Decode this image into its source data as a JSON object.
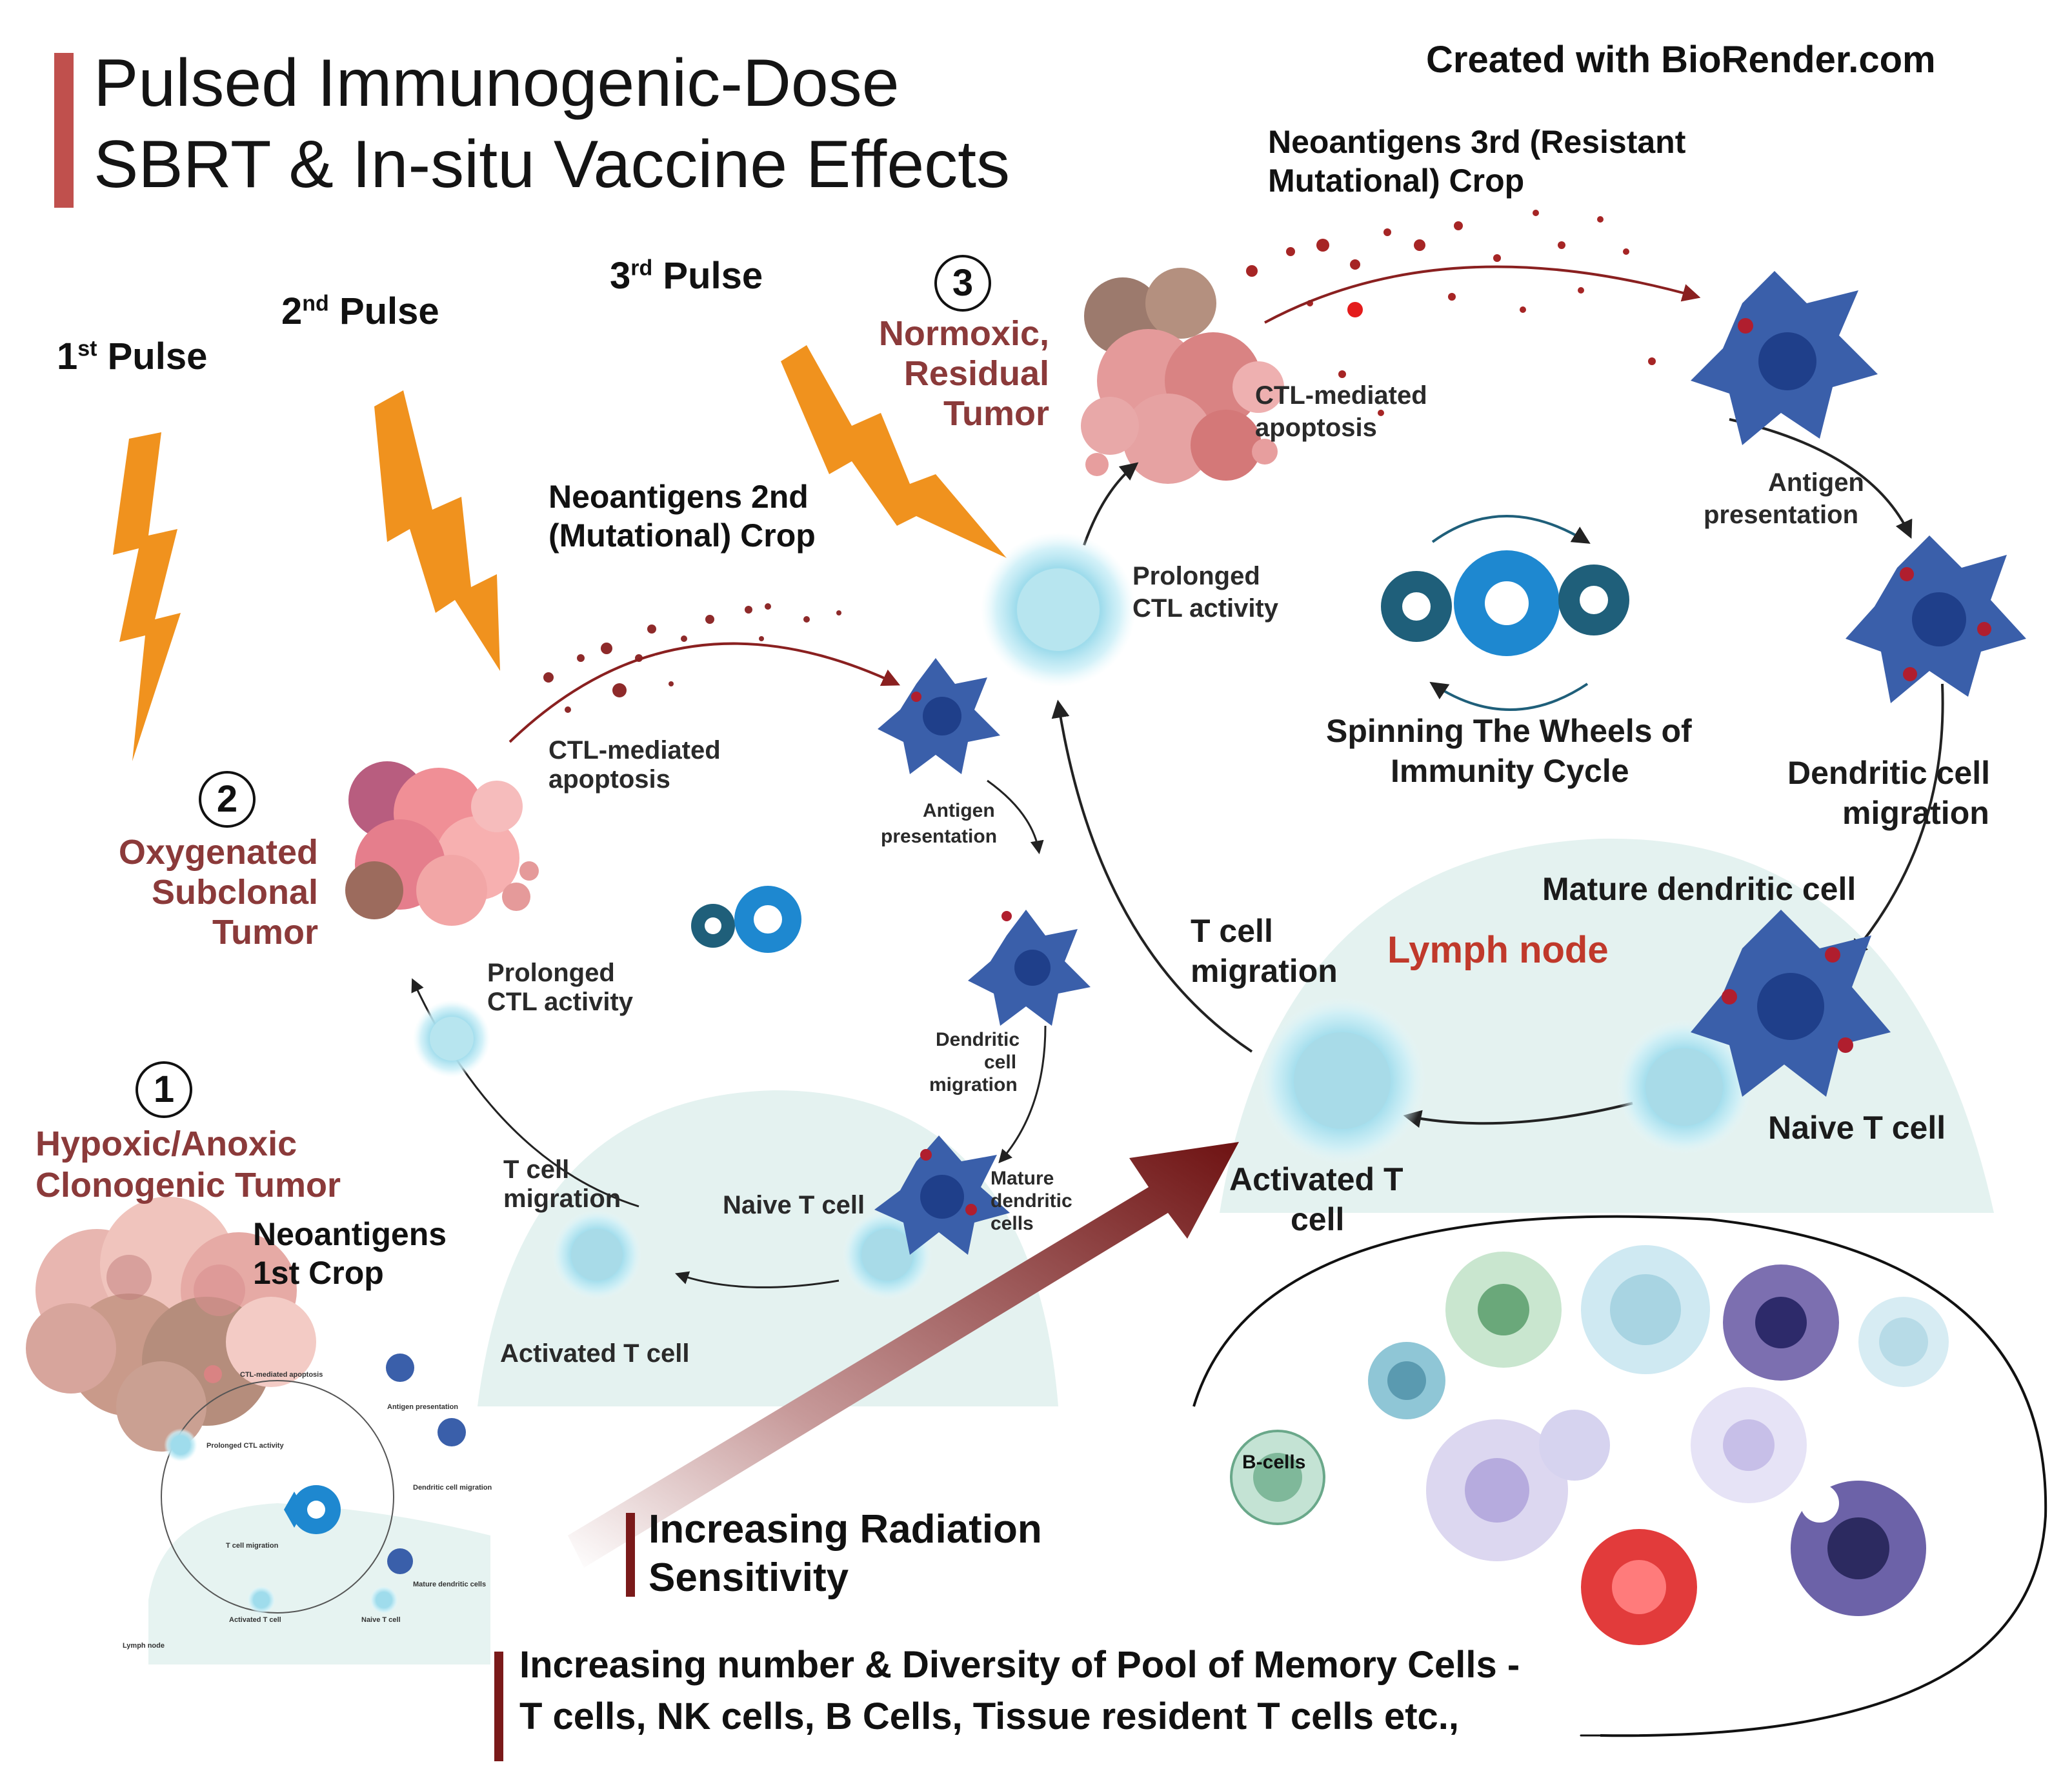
{
  "title": {
    "line1": "Pulsed Immunogenic-Dose",
    "line2": "SBRT & In-situ Vaccine Effects"
  },
  "credit": "Created with BioRender.com",
  "pulses": {
    "first_num": "1",
    "first_sup": "st",
    "first_word": "Pulse",
    "second_num": "2",
    "second_sup": "nd",
    "second_word": "Pulse",
    "third_num": "3",
    "third_sup": "rd",
    "third_word": "Pulse"
  },
  "stages": {
    "one": {
      "badge": "1",
      "line1": "Hypoxic/Anoxic",
      "line2": "Clonogenic Tumor"
    },
    "two": {
      "badge": "2",
      "line1": "Oxygenated",
      "line2": "Subclonal",
      "line3": "Tumor"
    },
    "three": {
      "badge": "3",
      "line1": "Normoxic,",
      "line2": "Residual",
      "line3": "Tumor"
    }
  },
  "neoantigens": {
    "first_line1": "Neoantigens",
    "first_line2": "1st Crop",
    "second_line1": "Neoantigens 2nd",
    "second_line2": "(Mutational) Crop",
    "third_line1": "Neoantigens 3rd  (Resistant",
    "third_line2": "Mutational) Crop"
  },
  "cycle_small": {
    "ctl_apoptosis": "CTL-mediated apoptosis",
    "antigen_presentation": "Antigen presentation",
    "prolonged_ctl": "Prolonged CTL activity",
    "dc_migration": "Dendritic cell migration",
    "t_migration": "T cell migration",
    "mature_dc": "Mature dendritic cells",
    "naive_t": "Naive T cell",
    "activated_t": "Activated T cell",
    "lymph_node": "Lymph node"
  },
  "cycle_mid": {
    "ctl_line1": "CTL-mediated",
    "ctl_line2": "apoptosis",
    "antigen_line1": "Antigen",
    "antigen_line2": "presentation",
    "prolonged_line1": "Prolonged",
    "prolonged_line2": "CTL activity",
    "dc_line1": "Dendritic",
    "dc_line2": "cell",
    "dc_line3": "migration",
    "tmig_line1": "T cell",
    "tmig_line2": "migration",
    "mature_line1": "Mature",
    "mature_line2": "dendritic",
    "mature_line3": "cells",
    "naive": "Naive T cell",
    "activated": "Activated T cell"
  },
  "cycle_large": {
    "ctl_line1": "CTL-mediated",
    "ctl_line2": "apoptosis",
    "antigen_line1": "Antigen",
    "antigen_line2": "presentation",
    "prolonged_line1": "Prolonged",
    "prolonged_line2": "CTL activity",
    "dc_line1": "Dendritic cell",
    "dc_line2": "migration",
    "mature": "Mature dendritic cell",
    "lymph_node": "Lymph node",
    "tmig_line1": "T cell",
    "tmig_line2": "migration",
    "naive": "Naive T cell",
    "activated_line1": "Activated T",
    "activated_line2": "cell"
  },
  "spinning": {
    "line1": "Spinning The Wheels of",
    "line2": "Immunity Cycle"
  },
  "memory_pool": {
    "bcells": "B-cells"
  },
  "bottom": {
    "sensitivity_line1": "Increasing Radiation",
    "sensitivity_line2": "Sensitivity",
    "memory_line1": "Increasing number & Diversity of Pool of Memory Cells -",
    "memory_line2": "T cells, NK cells, B Cells, Tissue resident T cells etc.,"
  },
  "colors": {
    "accent_bar": "#c0504d",
    "bolt": "#f0921e",
    "tumor_label": "#8b3a3a",
    "lymph_label": "#c0392b",
    "gear_blue": "#1e88d0",
    "gear_teal": "#1f5f7a",
    "dc_blue": "#3a5faa",
    "tcell": "#8fd3e6",
    "arrow_red": "#6e1212"
  }
}
